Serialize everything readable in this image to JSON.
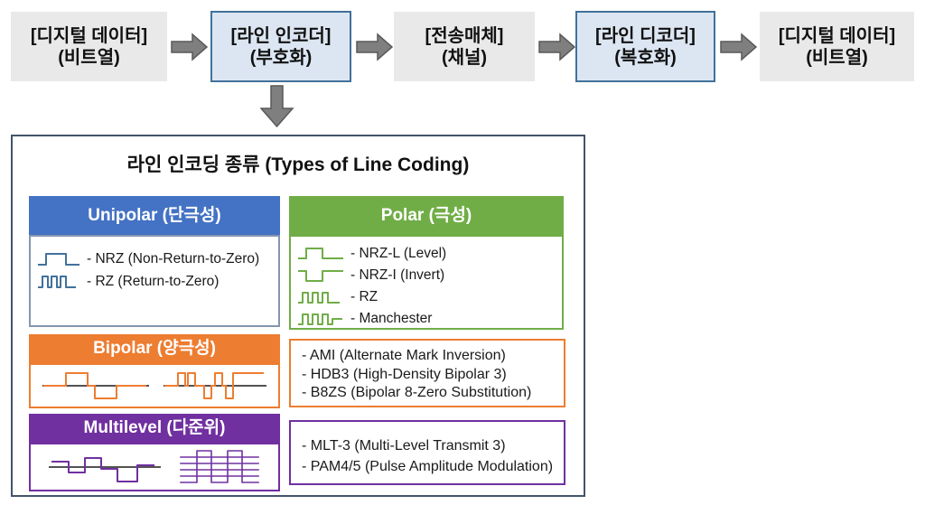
{
  "colors": {
    "unipolar": "#4472C4",
    "polar": "#70AD47",
    "bipolar": "#ED7D31",
    "multilevel": "#7030A0",
    "unipolar_waveform": "#41719C",
    "unipolar_body_border": "#8496B0",
    "flow_box_gray": "#E9E9E9",
    "flow_box_blue_fill": "#DCE6F2",
    "flow_box_blue_border": "#41719C",
    "arrow_gray": "#7F7F7F",
    "panel_border": "#44546A"
  },
  "flow": {
    "boxes": [
      {
        "line1": "[디지털 데이터]",
        "line2": "(비트열)"
      },
      {
        "line1": "[라인 인코더]",
        "line2": "(부호화)"
      },
      {
        "line1": "[전송매체]",
        "line2": "(채널)"
      },
      {
        "line1": "[라인 디코더]",
        "line2": "(복호화)"
      },
      {
        "line1": "[디지털 데이터]",
        "line2": "(비트열)"
      }
    ]
  },
  "panel": {
    "title": "라인 인코딩 종류 (Types of Line Coding)",
    "unipolar": {
      "header": "Unipolar (단극성)",
      "items": [
        {
          "icon": "unipolar-nrz-waveform-icon",
          "label": "- NRZ (Non-Return-to-Zero)"
        },
        {
          "icon": "unipolar-rz-waveform-icon",
          "label": "- RZ (Return-to-Zero)"
        }
      ]
    },
    "polar": {
      "header": "Polar (극성)",
      "items": [
        {
          "icon": "polar-nrzl-waveform-icon",
          "label": "- NRZ-L (Level)"
        },
        {
          "icon": "polar-nrzi-waveform-icon",
          "label": "- NRZ-I (Invert)"
        },
        {
          "icon": "polar-rz-waveform-icon",
          "label": "- RZ"
        },
        {
          "icon": "polar-manchester-waveform-icon",
          "label": "- Manchester"
        }
      ]
    },
    "bipolar": {
      "header": "Bipolar (양극성)",
      "list": [
        "- AMI (Alternate Mark Inversion)",
        "- HDB3 (High-Density Bipolar 3)",
        "- B8ZS (Bipolar 8-Zero Substitution)"
      ]
    },
    "multilevel": {
      "header": "Multilevel (다준위)",
      "list": [
        "- MLT-3 (Multi-Level Transmit 3)",
        "- PAM4/5 (Pulse Amplitude Modulation)"
      ]
    }
  }
}
